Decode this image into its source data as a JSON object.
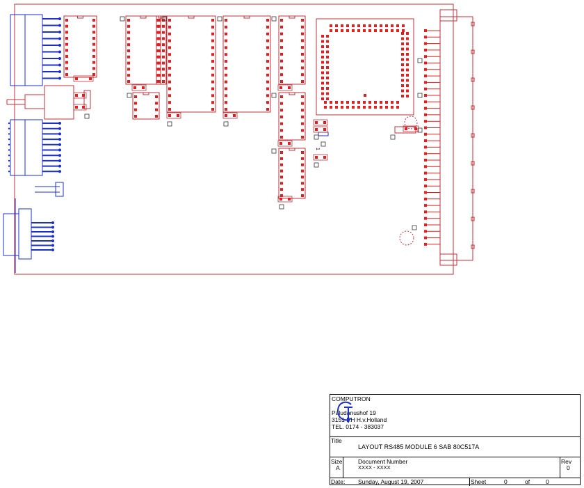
{
  "colors": {
    "board_outline": "#c0303a",
    "pads": "#e02020",
    "connectors": "#1a2fcc",
    "text": "#000000"
  },
  "titleblock": {
    "company": "COMPUTRON",
    "address1": "Paludanushof 19",
    "address2": "3151 RH H.v.Holland",
    "phone": "TEL. 0174 - 383037",
    "title_label": "Title",
    "title": "LAYOUT RS485 MODULE 6  SAB 80C517A",
    "size_label": "Size",
    "size": "A",
    "docnum_label": "Document Number",
    "docnum": "XXXX - XXXX",
    "rev_label": "Rev",
    "rev": "0",
    "date_label": "Date:",
    "date": "Sunday, August 19, 2007",
    "sheet_label": "Sheet",
    "sheet": "0",
    "of_label": "of",
    "of": "0"
  },
  "board": {
    "mark_label": "1",
    "logo_icon": "computron-logo-icon"
  }
}
